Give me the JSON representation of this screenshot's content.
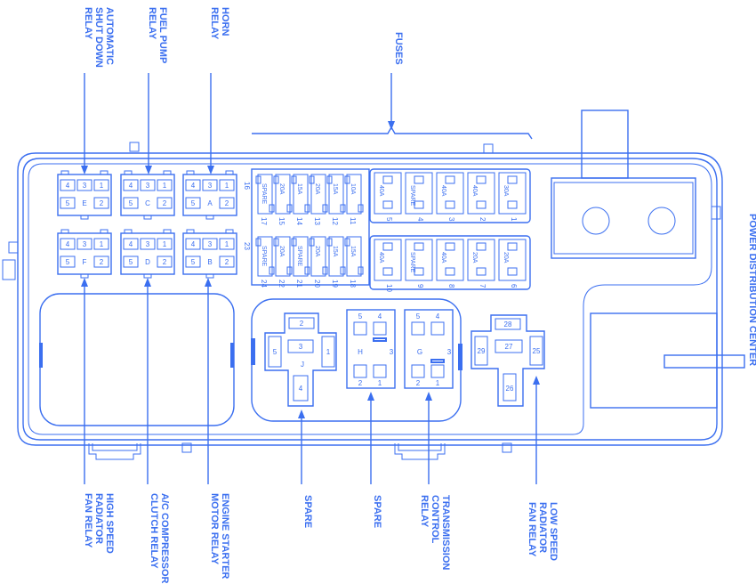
{
  "title": "POWER DISTRIBUTION CENTER",
  "colors": {
    "line": "#3b6ff0",
    "background": "#ffffff"
  },
  "top_labels": {
    "asd_relay": [
      "AUTOMATIC",
      "SHUT DOWN",
      "RELAY"
    ],
    "fuel_pump_relay": [
      "FUEL PUMP",
      "RELAY"
    ],
    "horn_relay": [
      "HORN",
      "RELAY"
    ],
    "fuses": "FUSES"
  },
  "bottom_labels": {
    "high_speed_fan": [
      "HIGH SPEED",
      "RADIATOR",
      "FAN RELAY"
    ],
    "ac_clutch": [
      "A/C COMPRESSOR",
      "CLUTCH RELAY"
    ],
    "starter": [
      "ENGINE STARTER",
      "MOTOR RELAY"
    ],
    "spare1": [
      "SPARE"
    ],
    "spare2": [
      "SPARE"
    ],
    "transmission": [
      "TRANSMISSION",
      "CONTROL",
      "RELAY"
    ],
    "low_speed_fan": [
      "LOW SPEED",
      "RADIATOR",
      "FAN RELAY"
    ]
  },
  "micro_relays": [
    {
      "id": "E",
      "pins": [
        "4",
        "3",
        "1",
        "5",
        "2"
      ]
    },
    {
      "id": "C",
      "pins": [
        "4",
        "3",
        "1",
        "5",
        "2"
      ]
    },
    {
      "id": "A",
      "pins": [
        "4",
        "3",
        "1",
        "5",
        "2"
      ]
    },
    {
      "id": "F",
      "pins": [
        "4",
        "3",
        "1",
        "5",
        "2"
      ]
    },
    {
      "id": "D",
      "pins": [
        "4",
        "3",
        "1",
        "5",
        "2"
      ]
    },
    {
      "id": "B",
      "pins": [
        "4",
        "3",
        "1",
        "5",
        "2"
      ]
    }
  ],
  "mini_fuses": {
    "row_top_label": "16",
    "row_bottom_label": "23",
    "top": [
      {
        "num": "17",
        "rating": "SPARE"
      },
      {
        "num": "15",
        "rating": "20A"
      },
      {
        "num": "14",
        "rating": "15A"
      },
      {
        "num": "13",
        "rating": "20A"
      },
      {
        "num": "12",
        "rating": "15A"
      },
      {
        "num": "11",
        "rating": "10A"
      }
    ],
    "bottom": [
      {
        "num": "24",
        "rating": "SPARE"
      },
      {
        "num": "22",
        "rating": "20A"
      },
      {
        "num": "21",
        "rating": "SPARE"
      },
      {
        "num": "20",
        "rating": "20A"
      },
      {
        "num": "19",
        "rating": "15A"
      },
      {
        "num": "18",
        "rating": "15A"
      }
    ]
  },
  "maxi_fuses": {
    "top": [
      {
        "num": "5",
        "rating": "40A"
      },
      {
        "num": "4",
        "rating": "SPARE"
      },
      {
        "num": "3",
        "rating": "40A"
      },
      {
        "num": "2",
        "rating": "40A"
      },
      {
        "num": "1",
        "rating": "30A"
      }
    ],
    "bottom": [
      {
        "num": "10",
        "rating": "40A"
      },
      {
        "num": "9",
        "rating": "SPARE"
      },
      {
        "num": "8",
        "rating": "40A"
      },
      {
        "num": "7",
        "rating": "20A"
      },
      {
        "num": "6",
        "rating": "20A"
      }
    ]
  },
  "iso_relay_J": {
    "id": "J",
    "pins": [
      "2",
      "5",
      "3",
      "1",
      "4"
    ]
  },
  "relay_H": {
    "id": "H",
    "pins": [
      "5",
      "4",
      "3",
      "2",
      "1"
    ]
  },
  "relay_G": {
    "id": "G",
    "pins": [
      "5",
      "4",
      "3",
      "2",
      "1"
    ]
  },
  "iso_relay_low": {
    "pins": [
      "28",
      "29",
      "27",
      "25",
      "26"
    ]
  }
}
